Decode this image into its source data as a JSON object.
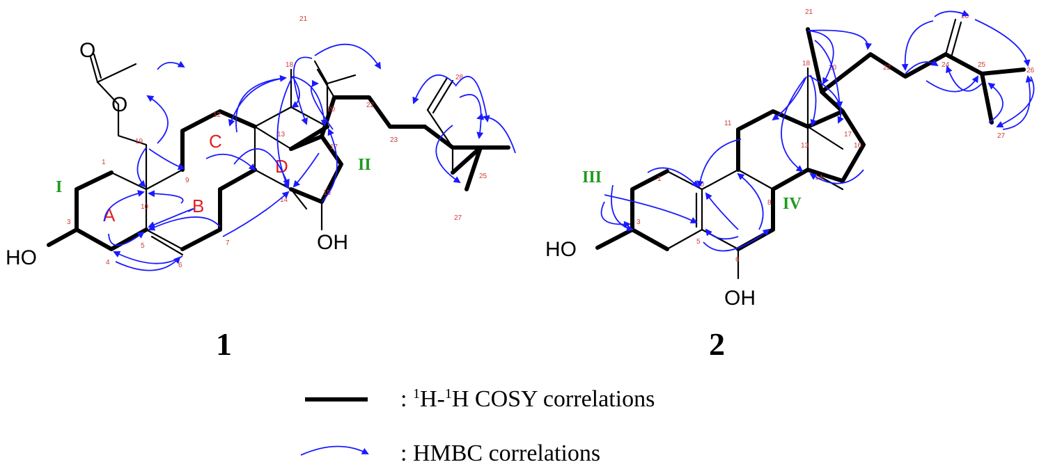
{
  "compound1": {
    "label": "1",
    "atoms": {
      "oh3": "HO",
      "oh15": "OH",
      "ester_o1": "O",
      "ester_o2": "O"
    },
    "rings": {
      "a": "A",
      "b": "B",
      "c": "C",
      "d": "D"
    },
    "fragments": {
      "f1": "I",
      "f2": "II"
    },
    "numbers": {
      "n1": "1",
      "n3": "3",
      "n4": "4",
      "n5": "5",
      "n6": "6",
      "n7": "7",
      "n9": "9",
      "n10": "10",
      "n12": "12",
      "n13": "13",
      "n14": "14",
      "n15": "15",
      "n17": "17",
      "n18": "18",
      "n19": "19",
      "n20": "20",
      "n21": "21",
      "n22": "22",
      "n23": "23",
      "n25": "25",
      "n27": "27",
      "n28": "28"
    }
  },
  "compound2": {
    "label": "2",
    "atoms": {
      "oh3": "HO",
      "oh6": "OH"
    },
    "fragments": {
      "f3": "III",
      "f4": "IV"
    },
    "numbers": {
      "n1": "1",
      "n3": "3",
      "n5": "5",
      "n6": "6",
      "n8": "8",
      "n10": "10",
      "n11": "11",
      "n13": "13",
      "n14": "14",
      "n16": "16",
      "n17": "17",
      "n18": "18",
      "n20": "20",
      "n21": "21",
      "n22": "22",
      "n24": "24",
      "n25": "25",
      "n26": "26",
      "n27": "27",
      "n28": "28"
    }
  },
  "legend": {
    "cosy_sup1": "1",
    "cosy_h1": "H-",
    "cosy_sup2": "1",
    "cosy_rest": "H COSY correlations",
    "hmbc_text": ": HMBC correlations",
    "colon": ": "
  },
  "colors": {
    "cosy": "#000000",
    "hmbc": "#1a1aff",
    "atom_numbers": "#d03a3a",
    "ring_letters": "#e02020",
    "fragments": "#1f9a1f"
  }
}
